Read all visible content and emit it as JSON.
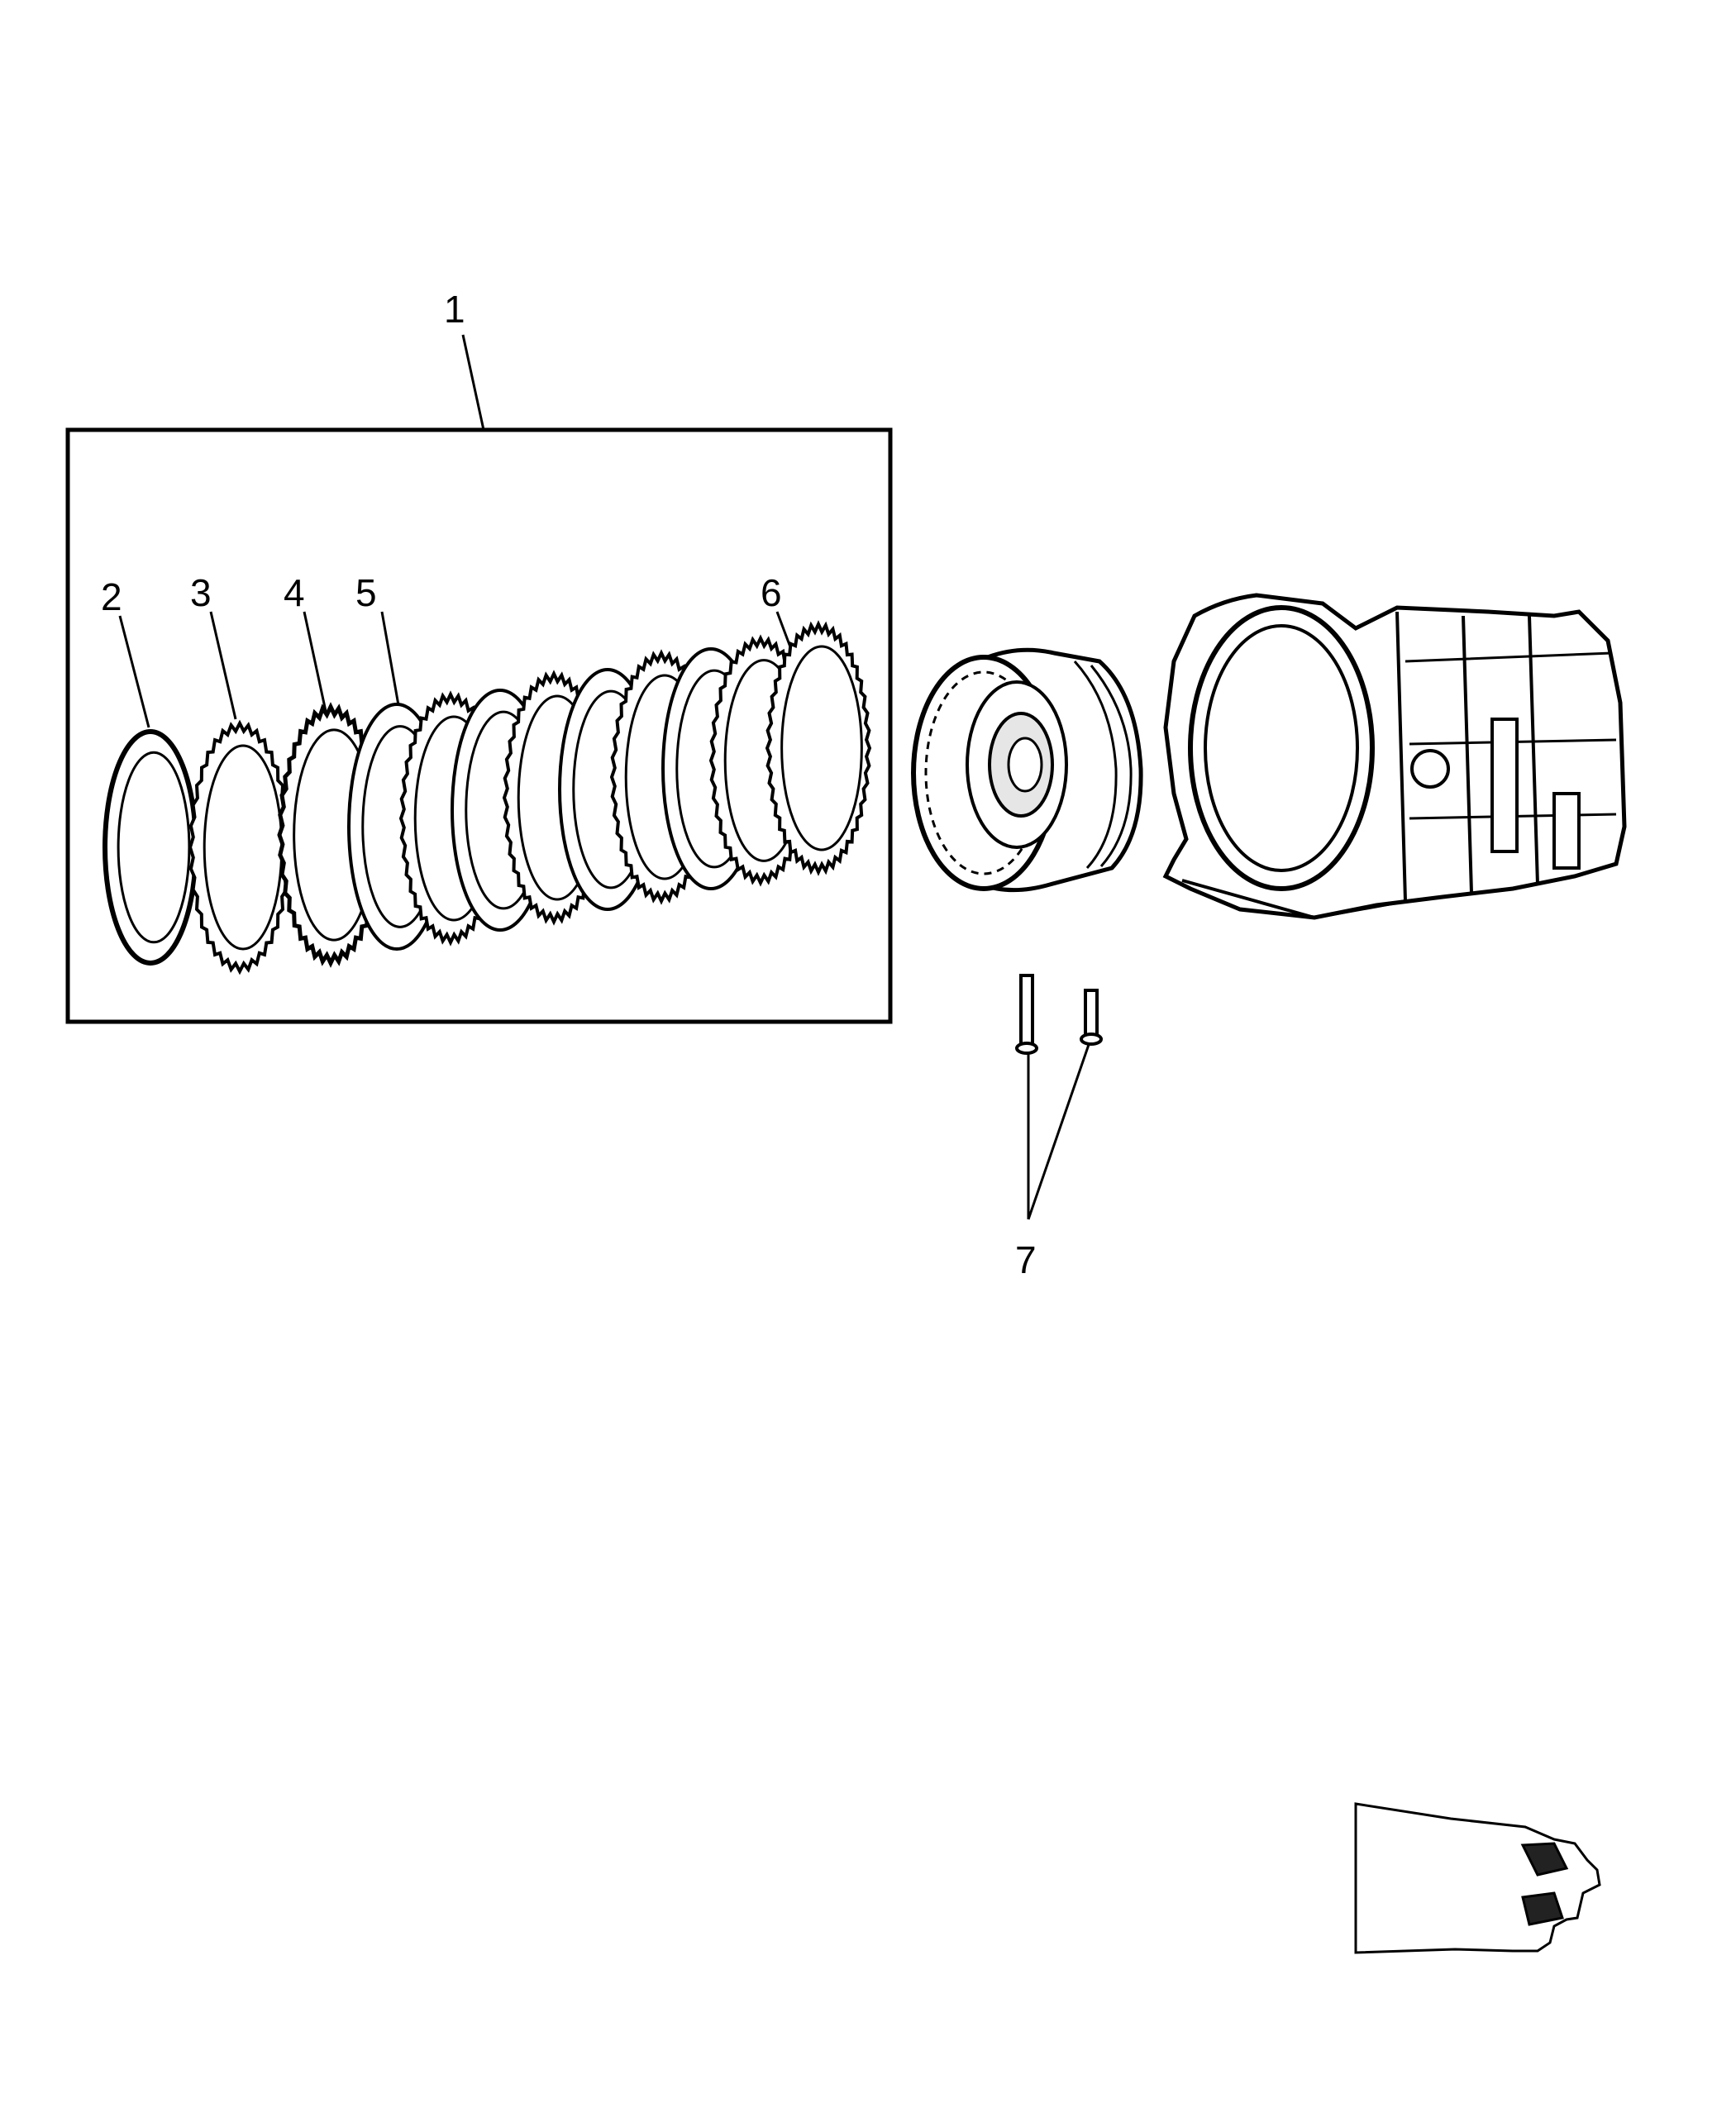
{
  "diagram": {
    "callouts": [
      {
        "id": "1",
        "label": "1"
      },
      {
        "id": "2",
        "label": "2"
      },
      {
        "id": "3",
        "label": "3"
      },
      {
        "id": "4",
        "label": "4"
      },
      {
        "id": "5",
        "label": "5"
      },
      {
        "id": "6",
        "label": "6"
      },
      {
        "id": "7",
        "label": "7"
      }
    ],
    "colors": {
      "ink": "#000000",
      "background": "#ffffff",
      "shade": "#d8d8d8"
    }
  }
}
